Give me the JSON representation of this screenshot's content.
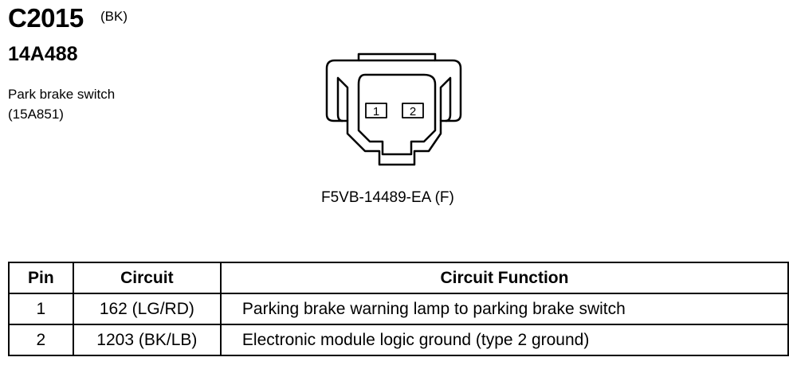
{
  "connector": {
    "id": "C2015",
    "color": "(BK)",
    "part_number": "14A488",
    "component_name": "Park brake switch",
    "component_code": "(15A851)",
    "connector_part": "F5VB-14489-EA (F)"
  },
  "diagram": {
    "pin_labels": [
      "1",
      "2"
    ]
  },
  "table": {
    "headers": [
      "Pin",
      "Circuit",
      "Circuit Function"
    ],
    "rows": [
      {
        "pin": "1",
        "circuit": "162 (LG/RD)",
        "function": "Parking brake warning lamp to parking brake switch"
      },
      {
        "pin": "2",
        "circuit": "1203 (BK/LB)",
        "function": "Electronic module logic ground (type 2 ground)"
      }
    ]
  }
}
